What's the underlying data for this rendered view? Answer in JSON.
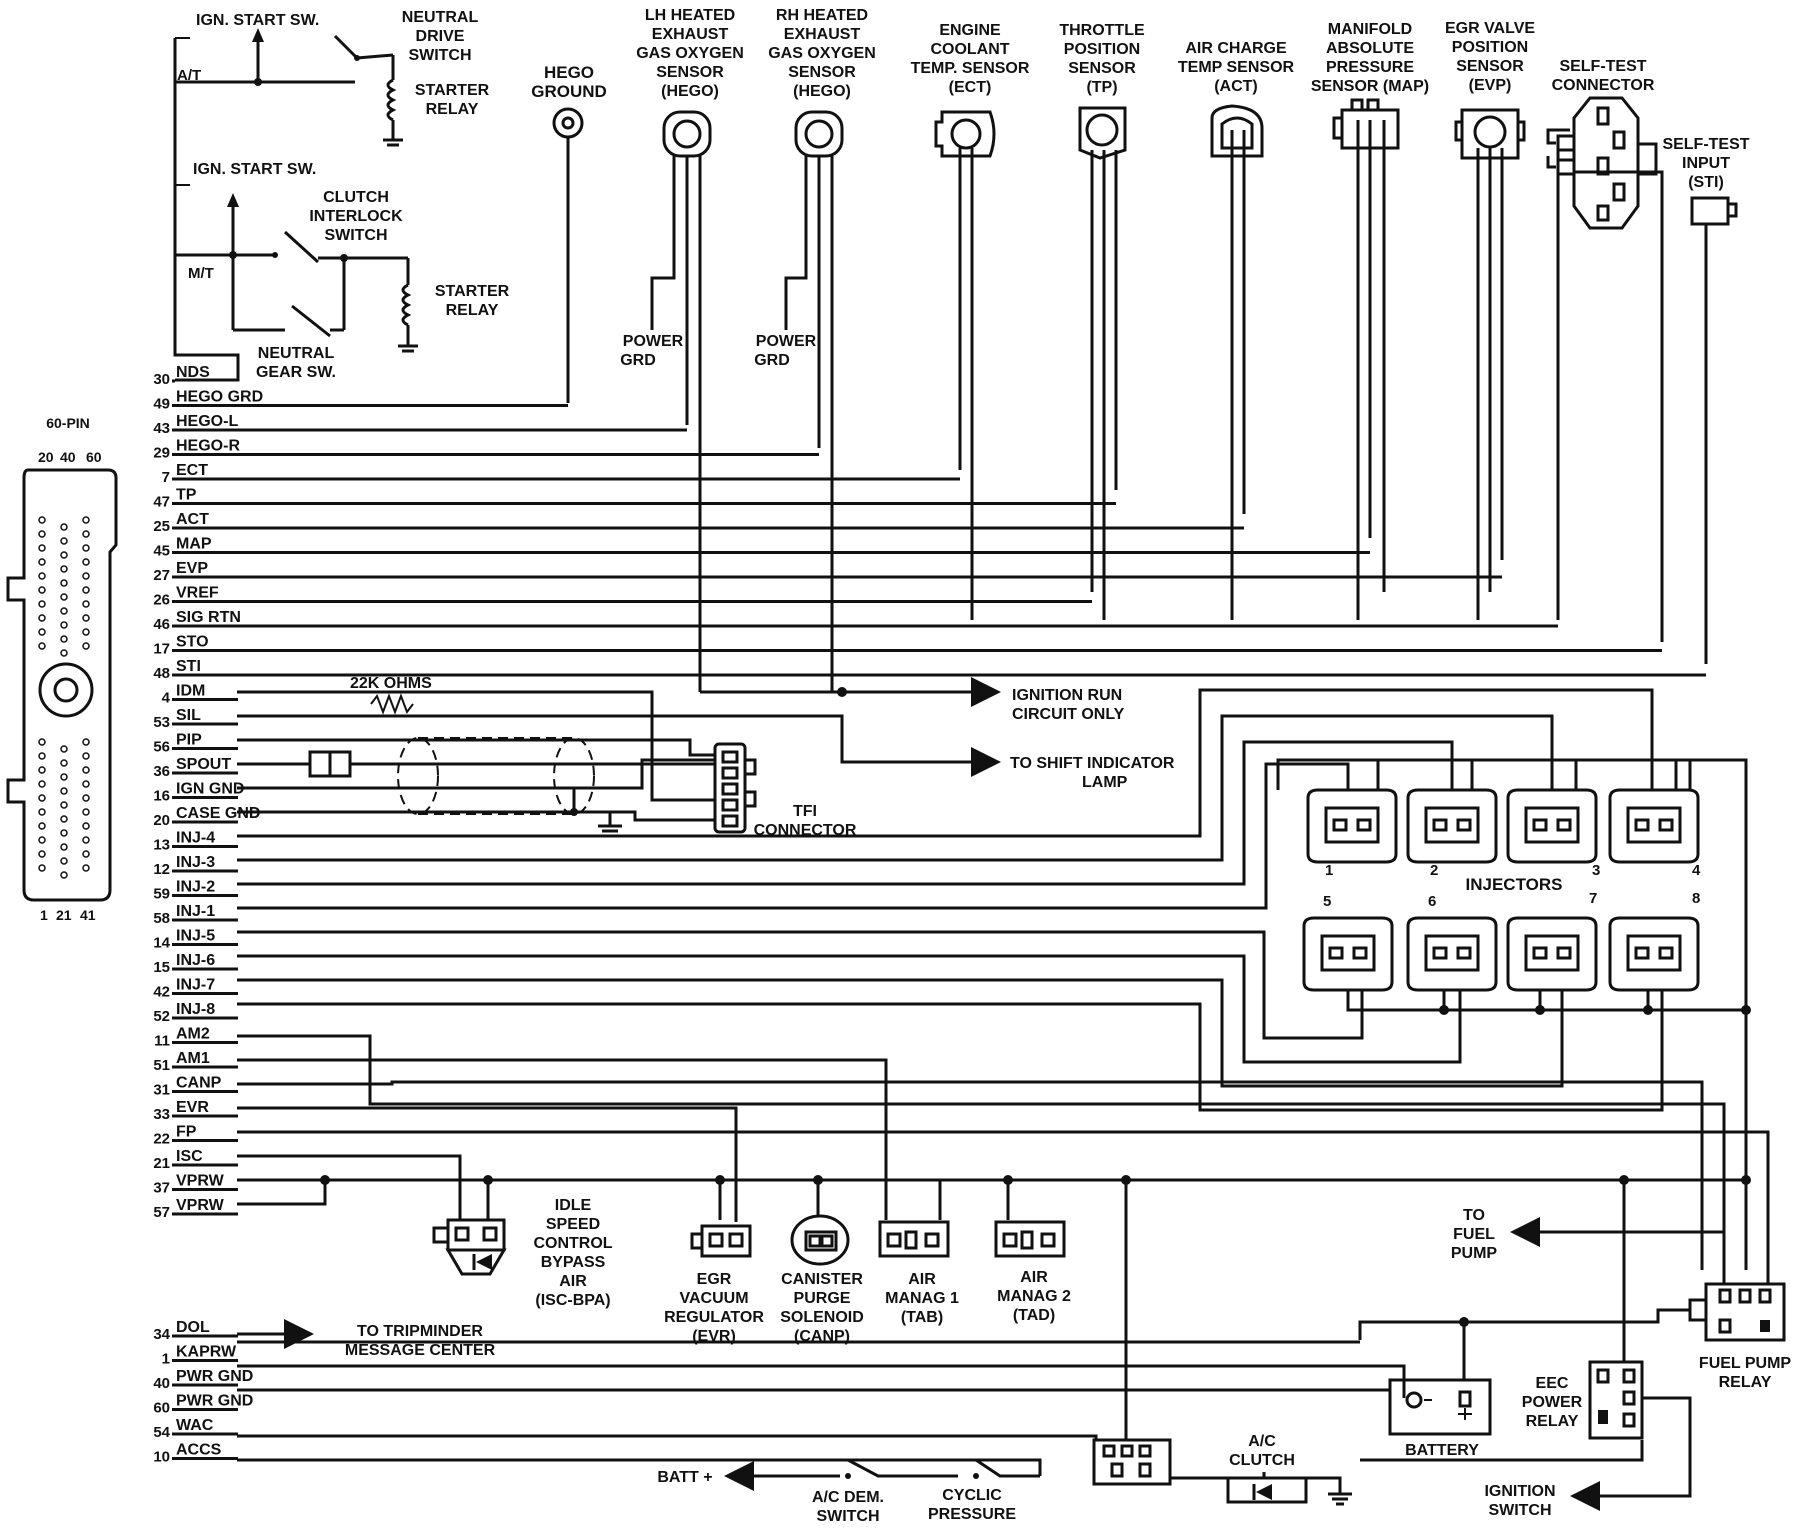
{
  "pins": [
    {
      "num": "30",
      "name": "NDS"
    },
    {
      "num": "49",
      "name": "HEGO GRD"
    },
    {
      "num": "43",
      "name": "HEGO-L"
    },
    {
      "num": "29",
      "name": "HEGO-R"
    },
    {
      "num": "7",
      "name": "ECT"
    },
    {
      "num": "47",
      "name": "TP"
    },
    {
      "num": "25",
      "name": "ACT"
    },
    {
      "num": "45",
      "name": "MAP"
    },
    {
      "num": "27",
      "name": "EVP"
    },
    {
      "num": "26",
      "name": "VREF"
    },
    {
      "num": "46",
      "name": "SIG RTN"
    },
    {
      "num": "17",
      "name": "STO"
    },
    {
      "num": "48",
      "name": "STI"
    },
    {
      "num": "4",
      "name": "IDM"
    },
    {
      "num": "53",
      "name": "SIL"
    },
    {
      "num": "56",
      "name": "PIP"
    },
    {
      "num": "36",
      "name": "SPOUT"
    },
    {
      "num": "16",
      "name": "IGN GND"
    },
    {
      "num": "20",
      "name": "CASE GND"
    },
    {
      "num": "13",
      "name": "INJ-4"
    },
    {
      "num": "12",
      "name": "INJ-3"
    },
    {
      "num": "59",
      "name": "INJ-2"
    },
    {
      "num": "58",
      "name": "INJ-1"
    },
    {
      "num": "14",
      "name": "INJ-5"
    },
    {
      "num": "15",
      "name": "INJ-6"
    },
    {
      "num": "42",
      "name": "INJ-7"
    },
    {
      "num": "52",
      "name": "INJ-8"
    },
    {
      "num": "11",
      "name": "AM2"
    },
    {
      "num": "51",
      "name": "AM1"
    },
    {
      "num": "31",
      "name": "CANP"
    },
    {
      "num": "33",
      "name": "EVR"
    },
    {
      "num": "22",
      "name": "FP"
    },
    {
      "num": "21",
      "name": "ISC"
    },
    {
      "num": "37",
      "name": "VPRW"
    },
    {
      "num": "57",
      "name": "VPRW"
    }
  ],
  "pins_lower": [
    {
      "num": "34",
      "name": "DOL"
    },
    {
      "num": "1",
      "name": "KAPRW"
    },
    {
      "num": "40",
      "name": "PWR GND"
    },
    {
      "num": "60",
      "name": "PWR GND"
    },
    {
      "num": "54",
      "name": "WAC"
    },
    {
      "num": "10",
      "name": "ACCS"
    }
  ],
  "connector": {
    "title": "60-PIN",
    "top_numbers": [
      "20",
      "40",
      "60"
    ],
    "bottom_numbers": [
      "1",
      "21",
      "41"
    ]
  },
  "starter": {
    "at_ign": "IGN. START SW.",
    "at_label": "A/T",
    "neutral_drive": [
      "NEUTRAL",
      "DRIVE",
      "SWITCH"
    ],
    "relay_1": [
      "STARTER",
      "RELAY"
    ],
    "mt_ign": "IGN. START SW.",
    "mt_label": "M/T",
    "clutch": [
      "CLUTCH",
      "INTERLOCK",
      "SWITCH"
    ],
    "relay_2": [
      "STARTER",
      "RELAY"
    ],
    "neutral_gear": [
      "NEUTRAL",
      "GEAR SW."
    ]
  },
  "sensors": {
    "hego_ground": [
      "HEGO",
      "GROUND"
    ],
    "lh_hego": [
      "LH HEATED",
      "EXHAUST",
      "GAS OXYGEN",
      "SENSOR",
      "(HEGO)"
    ],
    "rh_hego": [
      "RH HEATED",
      "EXHAUST",
      "GAS OXYGEN",
      "SENSOR",
      "(HEGO)"
    ],
    "ect": [
      "ENGINE",
      "COOLANT",
      "TEMP. SENSOR",
      "(ECT)"
    ],
    "tp": [
      "THROTTLE",
      "POSITION",
      "SENSOR",
      "(TP)"
    ],
    "act": [
      "AIR CHARGE",
      "TEMP SENSOR",
      "(ACT)"
    ],
    "map": [
      "MANIFOLD",
      "ABSOLUTE",
      "PRESSURE",
      "SENSOR (MAP)"
    ],
    "evp": [
      "EGR VALVE",
      "POSITION",
      "SENSOR",
      "(EVP)"
    ],
    "self_test": [
      "SELF-TEST",
      "CONNECTOR"
    ],
    "sti": [
      "SELF-TEST",
      "INPUT",
      "(STI)"
    ],
    "power_grd_1": [
      "POWER",
      "GRD"
    ],
    "power_grd_2": [
      "POWER",
      "GRD"
    ]
  },
  "ignition": {
    "run_only": [
      "IGNITION RUN",
      "CIRCUIT ONLY"
    ],
    "shift_lamp": [
      "TO SHIFT INDICATOR",
      "LAMP"
    ],
    "resistor": "22K OHMS",
    "tfi": [
      "TFI",
      "CONNECTOR"
    ]
  },
  "injectors": {
    "title": "INJECTORS",
    "numbers": [
      "1",
      "2",
      "3",
      "4",
      "5",
      "6",
      "7",
      "8"
    ]
  },
  "actuators": {
    "isc": [
      "IDLE",
      "SPEED",
      "CONTROL",
      "BYPASS",
      "AIR",
      "(ISC-BPA)"
    ],
    "evr": [
      "EGR",
      "VACUUM",
      "REGULATOR",
      "(EVR)"
    ],
    "canp": [
      "CANISTER",
      "PURGE",
      "SOLENOID",
      "(CANP)"
    ],
    "tab": [
      "AIR",
      "MANAG 1",
      "(TAB)"
    ],
    "tad": [
      "AIR",
      "MANAG 2",
      "(TAD)"
    ]
  },
  "power": {
    "to_fuel_pump": [
      "TO",
      "FUEL",
      "PUMP"
    ],
    "fuel_pump_relay": [
      "FUEL PUMP",
      "RELAY"
    ],
    "eec_relay": [
      "EEC",
      "POWER",
      "RELAY"
    ],
    "battery": "BATTERY",
    "ignition_switch": [
      "IGNITION",
      "SWITCH"
    ],
    "tripminder": [
      "TO TRIPMINDER",
      "MESSAGE CENTER"
    ],
    "batt_plus": "BATT +",
    "ac_dem": [
      "A/C DEM.",
      "SWITCH"
    ],
    "cyclic": [
      "CYCLIC",
      "PRESSURE"
    ],
    "ac_clutch": [
      "A/C",
      "CLUTCH"
    ]
  }
}
